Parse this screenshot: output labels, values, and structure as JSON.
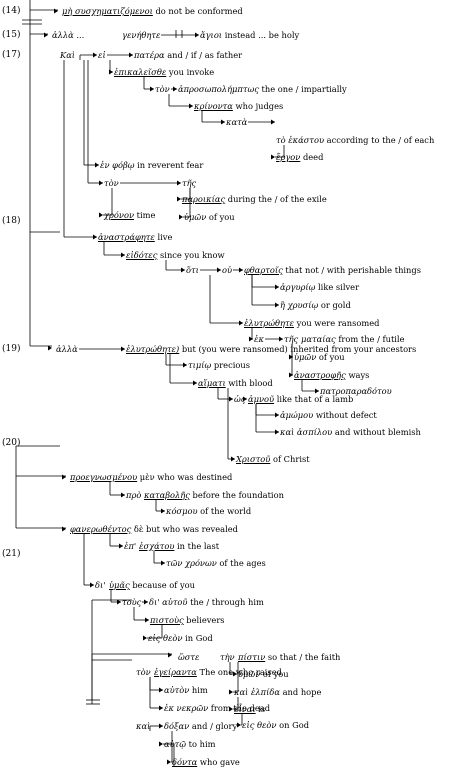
{
  "verses": [
    "(14)",
    "(15)",
    "(17)",
    "(18)",
    "(19)",
    "(20)",
    "(21)"
  ],
  "nodes": [
    {
      "gk": "μὴ συσχηματιζόμενοι",
      "en": "do not be conformed",
      "u": true
    },
    {
      "gk": "ἀλλὰ ...",
      "en": "",
      "u": false
    },
    {
      "gk": "γενήθητε",
      "en": "",
      "u": false
    },
    {
      "gk": "ἅγιοι",
      "en": "instead ... be holy",
      "u": false
    },
    {
      "gk": "Καὶ",
      "en": "",
      "u": false
    },
    {
      "gk": "εἰ",
      "en": "",
      "u": false
    },
    {
      "gk": "πατέρα",
      "en": "and / if / as father",
      "u": false
    },
    {
      "gk": "ἐπικαλεῖσθε",
      "en": "you invoke",
      "u": true
    },
    {
      "gk": "τὸν",
      "en": "",
      "u": false
    },
    {
      "gk": "ἀπροσωπολήμπτως",
      "en": "the one / impartially",
      "u": false
    },
    {
      "gk": "κρίνοντα",
      "en": "who judges",
      "u": true
    },
    {
      "gk": "κατὰ",
      "en": "",
      "u": false
    },
    {
      "gk": "τὸ ἑκάστου",
      "en": "according to the / of each",
      "u": false
    },
    {
      "gk": "ἔργον",
      "en": "deed",
      "u": true
    },
    {
      "gk": "ἐν φόβῳ",
      "en": "in reverent fear",
      "u": false
    },
    {
      "gk": "τὸν",
      "en": "",
      "u": false
    },
    {
      "gk": "τῆς",
      "en": "",
      "u": false
    },
    {
      "gk": "παροικίας",
      "en": "during the / of the exile",
      "u": true
    },
    {
      "gk": "ὑμῶν",
      "en": "of you",
      "u": false
    },
    {
      "gk": "χρόνον",
      "en": "time",
      "u": true
    },
    {
      "gk": "ἀναστράφητε",
      "en": "live",
      "u": true
    },
    {
      "gk": "εἰδότες",
      "en": "since you know",
      "u": true
    },
    {
      "gk": "ὅτι",
      "en": "",
      "u": false
    },
    {
      "gk": "οὐ",
      "en": "",
      "u": false
    },
    {
      "gk": "φθαρτοῖς",
      "en": "that not / with perishable things",
      "u": true
    },
    {
      "gk": "ἀργυρίῳ",
      "en": "like silver",
      "u": false
    },
    {
      "gk": "ἢ χρυσίῳ",
      "en": "or gold",
      "u": false
    },
    {
      "gk": "ἐλυτρώθητε",
      "en": "you were ransomed",
      "u": true
    },
    {
      "gk": "ἐκ",
      "en": "",
      "u": false
    },
    {
      "gk": "τῆς",
      "en": "",
      "u": false
    },
    {
      "gk": "ματαίας",
      "en": "from the / futile",
      "u": false
    },
    {
      "gk": "ὑμῶν",
      "en": "of you",
      "u": false
    },
    {
      "gk": "ἀναστροφῆς",
      "en": "ways",
      "u": true
    },
    {
      "gk": "πατροπαραδότου",
      "en": "",
      "u": false
    },
    {
      "gk": "ἀλλὰ",
      "en": "",
      "u": false
    },
    {
      "gk": "ἐλυτρώθητε)",
      "en": "but (you were ransomed) inherited from your ancestors",
      "u": true
    },
    {
      "gk": "τιμίῳ",
      "en": "precious",
      "u": false
    },
    {
      "gk": "αἵματι",
      "en": "with blood",
      "u": true
    },
    {
      "gk": "ὡς",
      "en": "",
      "u": false
    },
    {
      "gk": "ἀμνοῦ",
      "en": "like that of a lamb",
      "u": true
    },
    {
      "gk": "ἀμώμου",
      "en": "without defect",
      "u": false
    },
    {
      "gk": "καὶ ἀσπίλου",
      "en": "and without blemish",
      "u": false
    },
    {
      "gk": "Χριστοῦ",
      "en": "of Christ",
      "u": true
    },
    {
      "gk": "προεγνωσμένου",
      "en": "μὲν who was destined",
      "u": true
    },
    {
      "gk": "πρὸ",
      "en": "",
      "u": false
    },
    {
      "gk": "καταβολῆς",
      "en": "before the foundation",
      "u": true
    },
    {
      "gk": "κόσμου",
      "en": "of the world",
      "u": false
    },
    {
      "gk": "φανερωθέντος",
      "en": "δὲ but who was revealed",
      "u": true
    },
    {
      "gk": "ἐπ'",
      "en": "",
      "u": false
    },
    {
      "gk": "ἐσχάτου",
      "en": "in the last",
      "u": true
    },
    {
      "gk": "τῶν χρόνων",
      "en": "of the ages",
      "u": false
    },
    {
      "gk": "δι'",
      "en": "",
      "u": false
    },
    {
      "gk": "ὑμᾶς",
      "en": "because of you",
      "u": true
    },
    {
      "gk": "τοὺς",
      "en": "",
      "u": false
    },
    {
      "gk": "δι' αὐτοῦ",
      "en": "the / through him",
      "u": false
    },
    {
      "gk": "πιστοὺς",
      "en": "believers",
      "u": true
    },
    {
      "gk": "εἰς θεὸν",
      "en": "in God",
      "u": false
    },
    {
      "gk": "τὸν",
      "en": "",
      "u": false
    },
    {
      "gk": "ἐγείραντα",
      "en": "The one who raised",
      "u": true
    },
    {
      "gk": "αὐτὸν",
      "en": "him",
      "u": false
    },
    {
      "gk": "ἐκ νεκρῶν",
      "en": "from the dead",
      "u": false
    },
    {
      "gk": "καὶ",
      "en": "",
      "u": false
    },
    {
      "gk": "δόξαν",
      "en": "and / glory",
      "u": false
    },
    {
      "gk": "αὐτῷ",
      "en": "to him",
      "u": false
    },
    {
      "gk": "δόντα",
      "en": "who gave",
      "u": true
    },
    {
      "gk": "ὥστε",
      "en": "",
      "u": false
    },
    {
      "gk": "τὴν",
      "en": "",
      "u": false
    },
    {
      "gk": "πίστιν",
      "en": "so that / the faith",
      "u": true
    },
    {
      "gk": "ὑμῶν",
      "en": "of you",
      "u": false
    },
    {
      "gk": "καὶ ἐλπίδα",
      "en": "and hope",
      "u": false
    },
    {
      "gk": "εἶναι",
      "en": "is",
      "u": true
    },
    {
      "gk": "εἰς θεὸν",
      "en": "on God",
      "u": false
    }
  ]
}
